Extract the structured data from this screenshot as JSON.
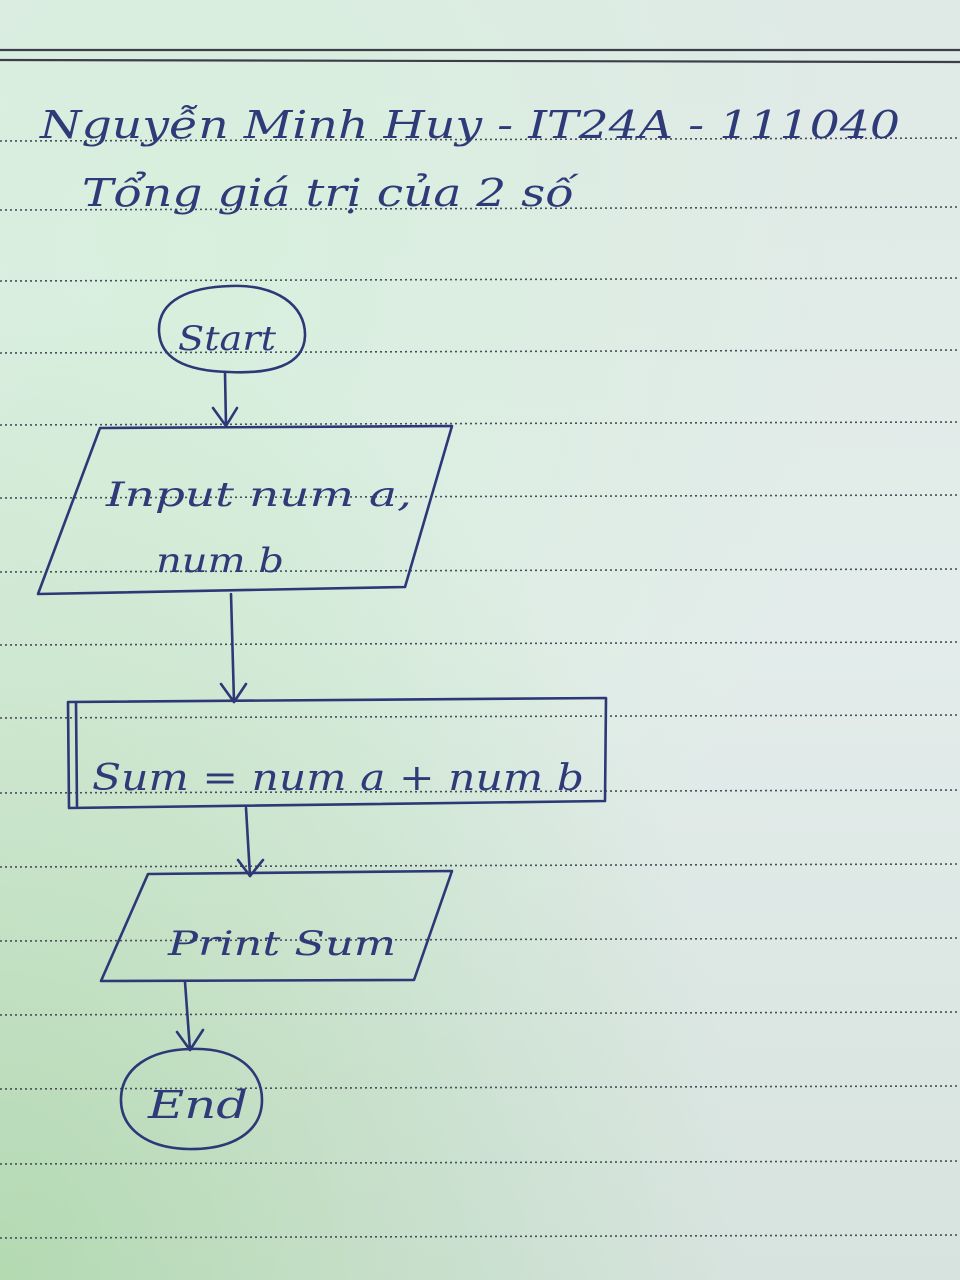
{
  "header": {
    "student_line": "Nguyễn Minh Huy - IT24A - 111040",
    "topic_line": "Tổng giá trị của 2 số"
  },
  "flowchart": {
    "start": {
      "label": "Start"
    },
    "input": {
      "line1": "Input num a,",
      "line2": "num b"
    },
    "process": {
      "label": "Sum = num a + num b"
    },
    "output": {
      "label": "Print Sum"
    },
    "end": {
      "label": "End"
    }
  },
  "colors": {
    "ink": "#2d3876",
    "paper": "#e3ecea",
    "rule_line": "#4a4e5a"
  }
}
